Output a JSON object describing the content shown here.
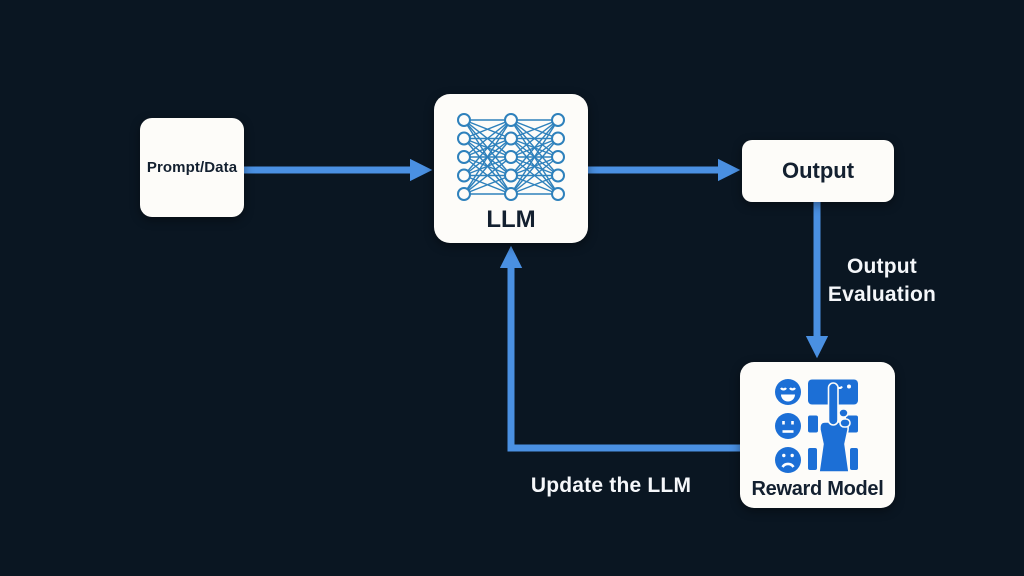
{
  "colors": {
    "bg": "#0a1622",
    "arrow": "#4a90e2",
    "card": "#fdfcf9",
    "card-text": "#132030",
    "nn-icon": "#2e81bc",
    "reward-icon": "#1c6fd6",
    "flow-text": "#f5f7fa"
  },
  "diagram": {
    "nodes": {
      "prompt": {
        "label": "Prompt/Data"
      },
      "llm": {
        "label": "LLM",
        "icon": "neural-network-icon"
      },
      "output": {
        "label": "Output"
      },
      "reward": {
        "label": "Reward Model",
        "icon": "feedback-faces-hand-icon"
      }
    },
    "edges": {
      "prompt_to_llm": {
        "from": "prompt",
        "to": "llm"
      },
      "llm_to_output": {
        "from": "llm",
        "to": "output"
      },
      "output_to_reward": {
        "from": "output",
        "to": "reward",
        "label_line1": "Output",
        "label_line2": "Evaluation"
      },
      "reward_to_llm": {
        "from": "reward",
        "to": "llm",
        "label": "Update the LLM"
      }
    }
  }
}
